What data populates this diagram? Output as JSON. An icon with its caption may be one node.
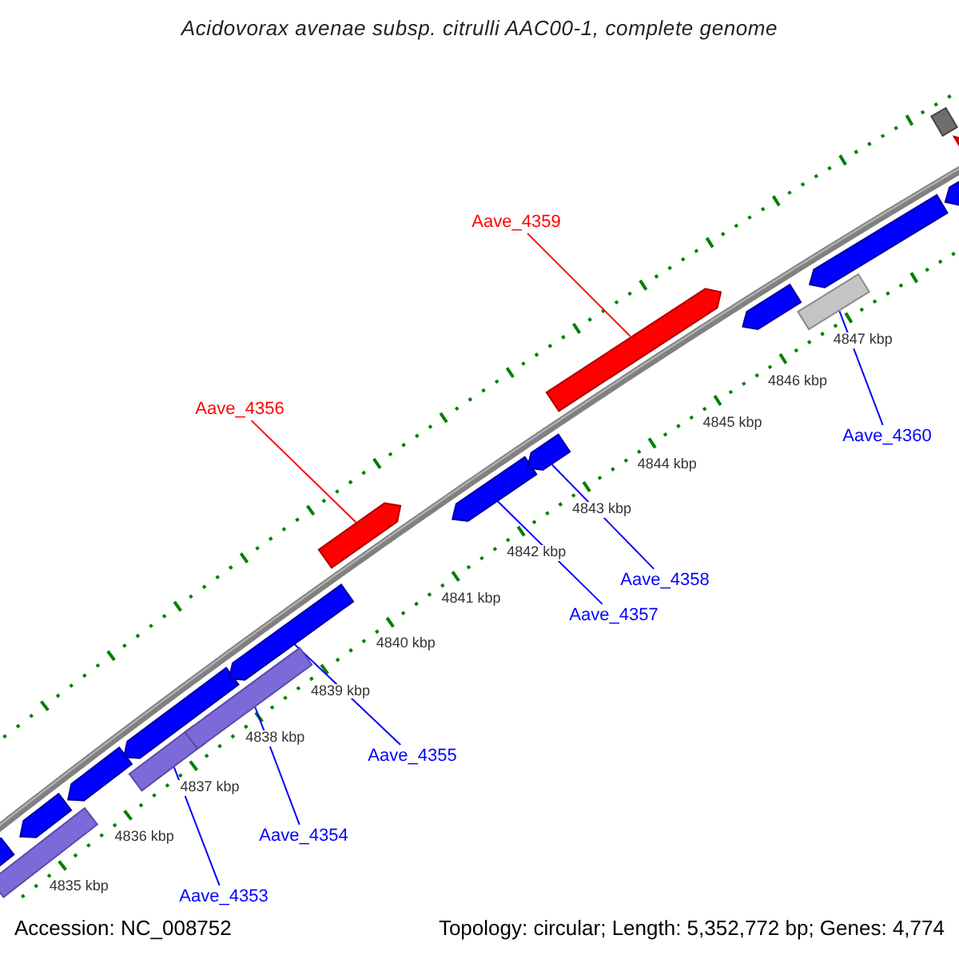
{
  "diagram": {
    "title": "Acidovorax avenae subsp. citrulli AAC00-1, complete genome",
    "nodes": [
      {
        "text": [
          "Aave_4359"
        ]
      },
      {
        "text": [
          "Aave_4356"
        ]
      },
      {
        "text": [
          "Aave_4360"
        ]
      },
      {
        "text": [
          "Aave_4358"
        ]
      },
      {
        "text": [
          "Aave_4357"
        ]
      },
      {
        "text": [
          "Aave_4355"
        ]
      },
      {
        "text": [
          "Aave_4354"
        ]
      },
      {
        "text": [
          "Aave_4353"
        ]
      },
      {
        "text": [],
        "shape": "bar"
      },
      {
        "text": [],
        "shape": "bar"
      },
      {
        "text": [],
        "shape": "bar"
      },
      {
        "text": [],
        "shape": "bar"
      },
      {
        "text": [],
        "shape": "bar"
      },
      {
        "text": [],
        "shape": "bar"
      },
      {
        "text": [],
        "shape": "bar"
      },
      {
        "text": [],
        "shape": "bar"
      },
      {
        "text": [],
        "shape": "bar"
      },
      {
        "text": [],
        "shape": "bar"
      },
      {
        "text": [],
        "shape": "bar"
      },
      {
        "text": [],
        "shape": "bar"
      },
      {
        "text": [],
        "shape": "bar"
      },
      {
        "text": [],
        "shape": "bar"
      },
      {
        "text": [],
        "shape": "bar"
      },
      {
        "text": [],
        "shape": "bar"
      },
      {
        "text": [],
        "shape": "bar"
      },
      {
        "text": [],
        "shape": "bar"
      }
    ],
    "edges": [
      {
        "from": 0,
        "to": 19,
        "arrow": "none",
        "color": "#ff0000"
      },
      {
        "from": 1,
        "to": 16,
        "arrow": "none",
        "color": "#ff0000"
      },
      {
        "from": 2,
        "to": 21,
        "arrow": "none"
      },
      {
        "from": 3,
        "to": 18,
        "arrow": "none"
      },
      {
        "from": 4,
        "to": 17,
        "arrow": "none"
      },
      {
        "from": 5,
        "to": 15,
        "arrow": "none"
      },
      {
        "from": 6,
        "to": 14,
        "arrow": "none"
      },
      {
        "from": 7,
        "to": 12,
        "arrow": "none"
      }
    ],
    "labels": [
      "4847 kbp",
      "4846 kbp",
      "4845 kbp",
      "4844 kbp",
      "4843 kbp",
      "4842 kbp",
      "4841 kbp",
      "4840 kbp",
      "4839 kbp",
      "4838 kbp",
      "4837 kbp",
      "4836 kbp",
      "4835 kbp",
      "Accession: NC_008752",
      "Topology: circular; Length: 5,352,772 bp; Genes: 4,774"
    ]
  }
}
